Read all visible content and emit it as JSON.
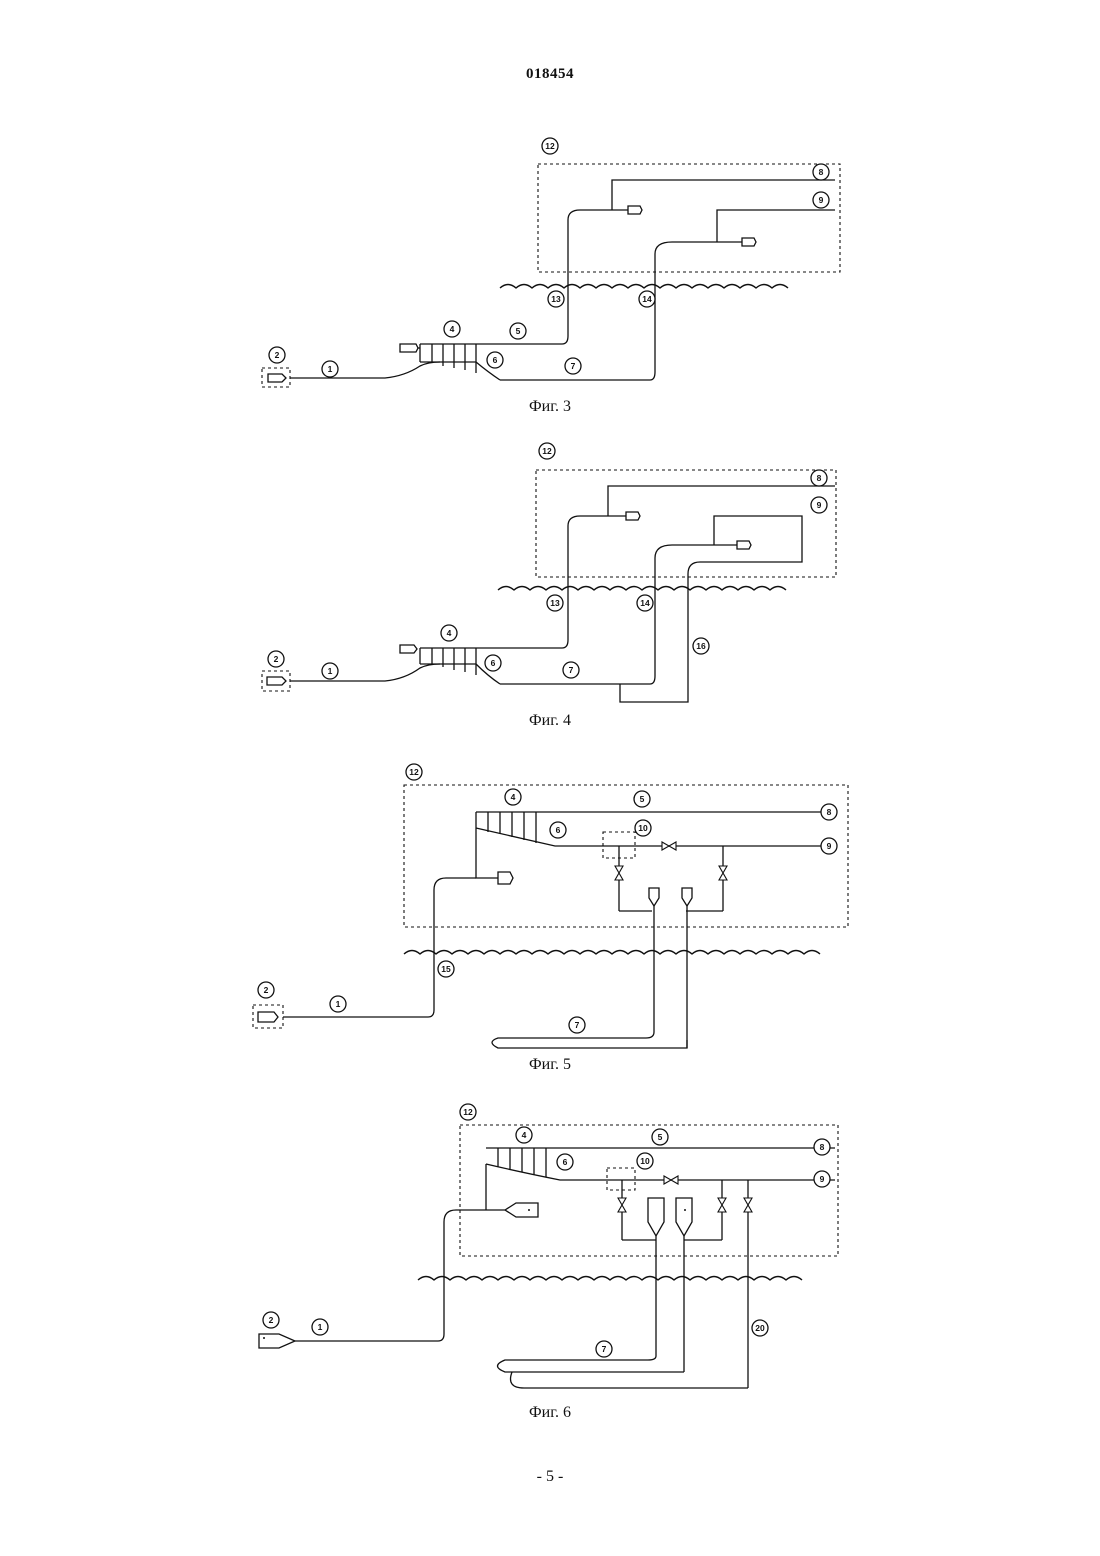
{
  "header": {
    "doc_number": "018454"
  },
  "figures": [
    {
      "id": "fig3",
      "caption": "Фиг. 3",
      "labels": [
        "12",
        "8",
        "9",
        "13",
        "14",
        "4",
        "5",
        "6",
        "7",
        "2",
        "1"
      ]
    },
    {
      "id": "fig4",
      "caption": "Фиг. 4",
      "labels": [
        "12",
        "8",
        "9",
        "13",
        "14",
        "16",
        "4",
        "6",
        "7",
        "2",
        "1"
      ]
    },
    {
      "id": "fig5",
      "caption": "Фиг. 5",
      "labels": [
        "12",
        "4",
        "5",
        "8",
        "6",
        "10",
        "9",
        "15",
        "2",
        "1",
        "7"
      ]
    },
    {
      "id": "fig6",
      "caption": "Фиг. 6",
      "labels": [
        "12",
        "4",
        "5",
        "8",
        "6",
        "10",
        "9",
        "2",
        "1",
        "7",
        "20"
      ]
    }
  ],
  "footer": {
    "page_number": "- 5 -"
  }
}
